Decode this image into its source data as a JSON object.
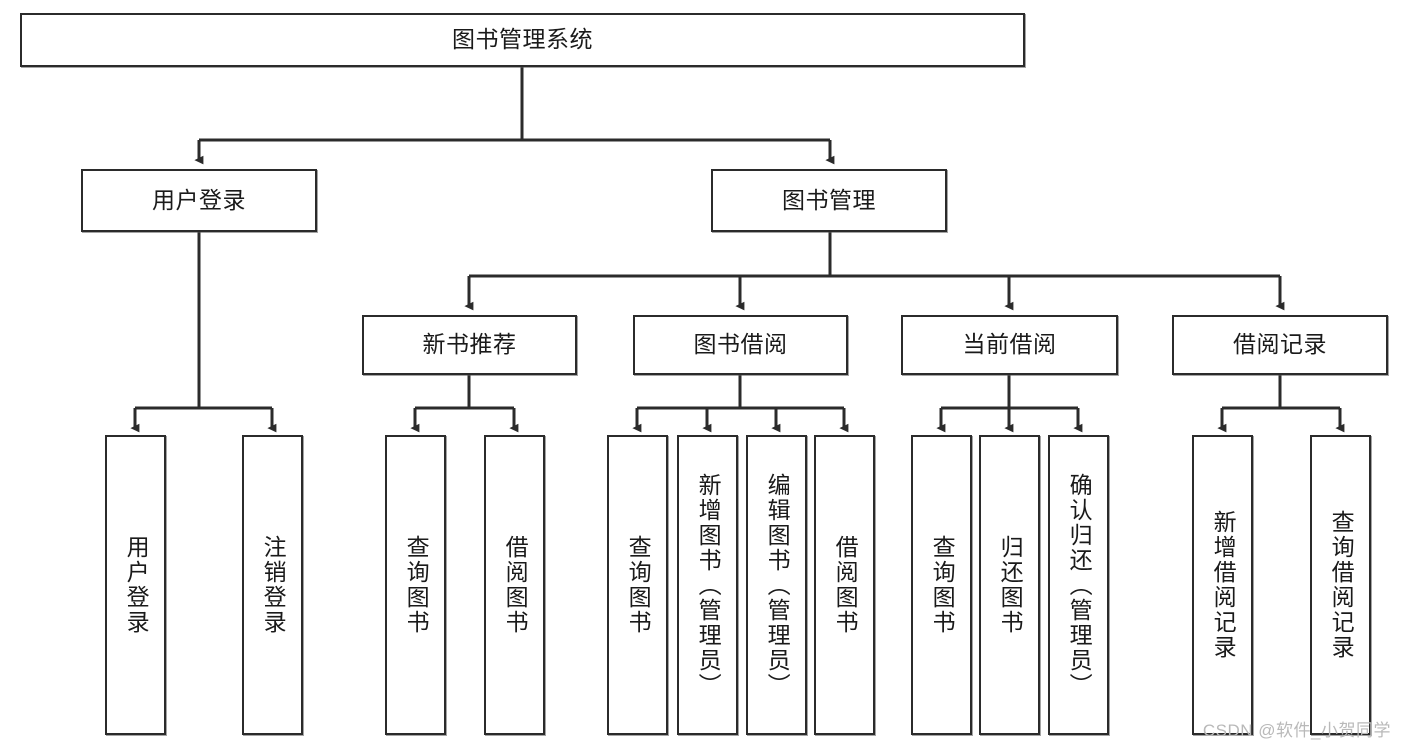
{
  "diagram": {
    "title": "图书管理系统",
    "watermark": "CSDN @软件_小贺同学",
    "line_color": "#2b2b2b",
    "box_fill": "#ffffff",
    "text_color": "#1a1a1a",
    "watermark_color": "#b9b9b9"
  },
  "root": {
    "label": "图书管理系统"
  },
  "level2": [
    {
      "label": "用户登录"
    },
    {
      "label": "图书管理"
    }
  ],
  "level3": [
    {
      "label": "新书推荐"
    },
    {
      "label": "图书借阅"
    },
    {
      "label": "当前借阅"
    },
    {
      "label": "借阅记录"
    }
  ],
  "leaves": {
    "user_login": [
      {
        "label": "用户登录"
      },
      {
        "label": "注销登录"
      }
    ],
    "new_book": [
      {
        "label": "查询图书"
      },
      {
        "label": "借阅图书"
      }
    ],
    "book_borrow": [
      {
        "label": "查询图书"
      },
      {
        "label": "新增图书（管理员）"
      },
      {
        "label": "编辑图书（管理员）"
      },
      {
        "label": "借阅图书"
      }
    ],
    "current_borrow": [
      {
        "label": "查询图书"
      },
      {
        "label": "归还图书"
      },
      {
        "label": "确认归还（管理员）"
      }
    ],
    "borrow_record": [
      {
        "label": "新增借阅记录"
      },
      {
        "label": "查询借阅记录"
      }
    ]
  }
}
